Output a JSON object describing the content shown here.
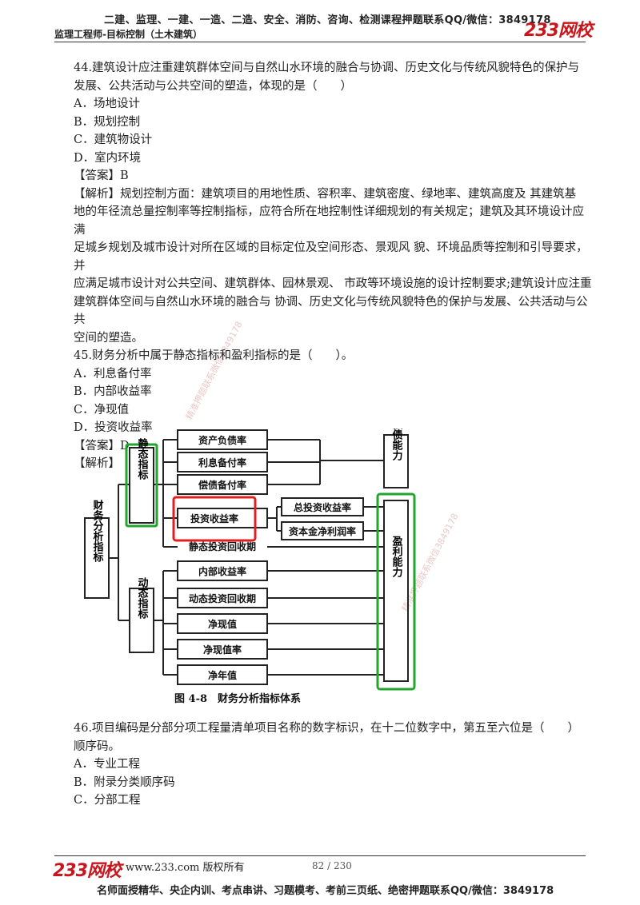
{
  "header": {
    "top_line": "二建、监理、一建、一造、二造、安全、消防、咨询、检测课程押题联系QQ/微信：3849178",
    "subtitle": "监理工程师-目标控制（土木建筑）",
    "logo": "233网校"
  },
  "q44": {
    "stem_line1": "44.建筑设计应注重建筑群体空间与自然山水环境的融合与协调、历史文化与传统风貌特色的保护与",
    "stem_line2": "发展、公共活动与公共空间的塑造，体现的是（　　）",
    "options": [
      "A．场地设计",
      "B．规划控制",
      "C．建筑物设计",
      "D．室内环境"
    ],
    "answer": "【答案】B",
    "analysis": [
      "【解析】规划控制方面：建筑项目的用地性质、容积率、建筑密度、绿地率、建筑高度及 其建筑基",
      "地的年径流总量控制率等控制指标，应符合所在地控制性详细规划的有关规定；建筑及其环境设计应满",
      "足城乡规划及城市设计对所在区域的目标定位及空间形态、景观风 貌、环境品质等控制和引导要求，并",
      "应满足城市设计对公共空间、建筑群体、园林景观、 市政等环境设施的设计控制要求;建筑设计应注重",
      "建筑群体空间与自然山水环境的融合与 协调、历史文化与传统风貌特色的保护与发展、公共活动与公共",
      "空间的塑造。"
    ]
  },
  "q45": {
    "stem": "45.财务分析中属于静态指标和盈利指标的是（　　）。",
    "options": [
      "A．利息备付率",
      "B．内部收益率",
      "C．净现值",
      "D．投资收益率"
    ],
    "answer": "【答案】D",
    "analysis": "【解析】"
  },
  "diagram": {
    "root": "财务分析指标",
    "static_group": "静态指标",
    "dynamic_group": "动态指标",
    "static_items": [
      "资产负债率",
      "利息备付率",
      "偿债备付率",
      "投资收益率",
      "静态投资回收期"
    ],
    "sub_items": [
      "总投资收益率",
      "资本金净利润率"
    ],
    "dynamic_items": [
      "内部收益率",
      "动态投资回收期",
      "净现值",
      "净现值率",
      "净年值"
    ],
    "solvency": "偿债能力",
    "profitability": "盈利能力",
    "caption": "图 4-8　财务分析指标体系",
    "highlight_red": "#e02020",
    "highlight_green": "#22a52a"
  },
  "q46": {
    "stem_line1": "46.项目编码是分部分项工程量清单项目名称的数字标识，在十二位数字中，第五至六位是（　　）",
    "stem_line2": "顺序码。",
    "options": [
      "A．专业工程",
      "B．附录分类顺序码",
      "C．分部工程"
    ]
  },
  "watermarks": [
    "精准押题联系微信3849178",
    "精准押题联系微信3849178"
  ],
  "footer": {
    "logo": "233网校",
    "copyright": "www.233.com 版权所有",
    "page": "82 / 230",
    "bottom_line": "名师面授精华、央企内训、考点串讲、习题模考、考前三页纸、绝密押题联系QQ/微信：3849178"
  }
}
